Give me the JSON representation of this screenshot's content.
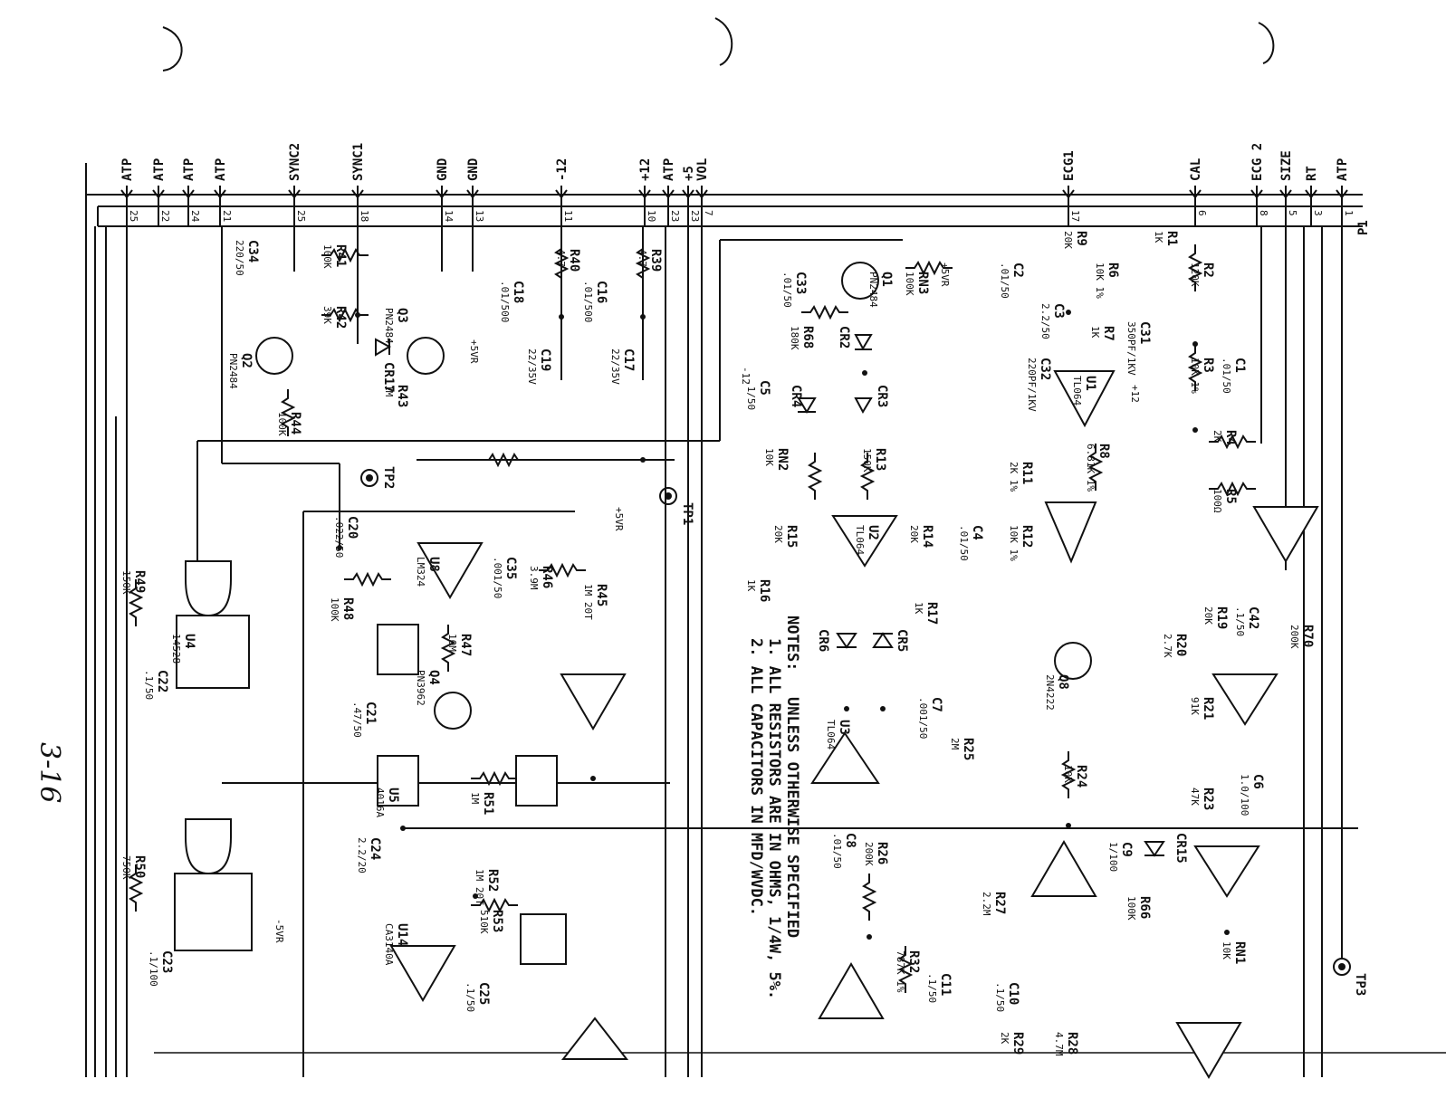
{
  "connector": {
    "name": "P1",
    "pins": [
      {
        "label": "ATP",
        "pin": "25"
      },
      {
        "label": "ATP",
        "pin": "22"
      },
      {
        "label": "ATP",
        "pin": "24"
      },
      {
        "label": "ATP",
        "pin": "21"
      },
      {
        "label": "SYNC2",
        "pin": "25"
      },
      {
        "label": "SYNC1",
        "pin": "18"
      },
      {
        "label": "GND",
        "pin": "14"
      },
      {
        "label": "GND",
        "pin": "13"
      },
      {
        "label": "-12",
        "pin": "11"
      },
      {
        "label": "+12",
        "pin": "10"
      },
      {
        "label": "ATP",
        "pin": "23"
      },
      {
        "label": "+5",
        "pin": "23"
      },
      {
        "label": "VOL",
        "pin": "7"
      },
      {
        "label": "ECG1",
        "pin": "17"
      },
      {
        "label": "CAL",
        "pin": "6"
      },
      {
        "label": "ECG 2",
        "pin": "8"
      },
      {
        "label": "SIZE",
        "pin": "5"
      },
      {
        "label": "RT",
        "pin": "3"
      },
      {
        "label": "ATP",
        "pin": "1"
      }
    ]
  },
  "components": [
    {
      "ref": "C34",
      "value": "220/50"
    },
    {
      "ref": "R41",
      "value": "100K"
    },
    {
      "ref": "R42",
      "value": "39K"
    },
    {
      "ref": "Q2",
      "value": "PN2484"
    },
    {
      "ref": "Q3",
      "value": "PN2484"
    },
    {
      "ref": "CR17",
      "value": ""
    },
    {
      "ref": "R43",
      "value": "1M"
    },
    {
      "ref": "R44",
      "value": "100K"
    },
    {
      "ref": "R40",
      "value": "4.7"
    },
    {
      "ref": "R39",
      "value": "4.7"
    },
    {
      "ref": "C18",
      "value": ".01/500"
    },
    {
      "ref": "C16",
      "value": ".01/500"
    },
    {
      "ref": "C19",
      "value": "22/35V"
    },
    {
      "ref": "C17",
      "value": "22/35V"
    },
    {
      "ref": "Q1",
      "value": "PN2484"
    },
    {
      "ref": "RN3",
      "value": "100K"
    },
    {
      "ref": "C33",
      "value": ".01/50"
    },
    {
      "ref": "R68",
      "value": "180K"
    },
    {
      "ref": "CR2",
      "value": ""
    },
    {
      "ref": "CR3",
      "value": ""
    },
    {
      "ref": "CR4",
      "value": ""
    },
    {
      "ref": "C5",
      "value": ".1/50"
    },
    {
      "ref": "RN2",
      "value": "10K"
    },
    {
      "ref": "R13",
      "value": "150K"
    },
    {
      "ref": "U2",
      "value": "TL064"
    },
    {
      "ref": "R15",
      "value": "20K"
    },
    {
      "ref": "R14",
      "value": "20K"
    },
    {
      "ref": "R16",
      "value": "1K"
    },
    {
      "ref": "R17",
      "value": "1K"
    },
    {
      "ref": "CR6",
      "value": ""
    },
    {
      "ref": "CR5",
      "value": ""
    },
    {
      "ref": "U3",
      "value": "TL064"
    },
    {
      "ref": "C7",
      "value": ".001/50"
    },
    {
      "ref": "R25",
      "value": "2M"
    },
    {
      "ref": "C8",
      "value": ".01/50"
    },
    {
      "ref": "R26",
      "value": "200K"
    },
    {
      "ref": "R32",
      "value": "787K 1%"
    },
    {
      "ref": "C11",
      "value": ".1/50"
    },
    {
      "ref": "R9",
      "value": "20K"
    },
    {
      "ref": "R6",
      "value": "10K 1%"
    },
    {
      "ref": "C2",
      "value": ".01/50"
    },
    {
      "ref": "C3",
      "value": "2.2/50"
    },
    {
      "ref": "R7",
      "value": "1K"
    },
    {
      "ref": "C31",
      "value": "350PF/1KV"
    },
    {
      "ref": "C32",
      "value": "220PF/1KV"
    },
    {
      "ref": "R1",
      "value": "1K"
    },
    {
      "ref": "R2",
      "value": "120K"
    },
    {
      "ref": "R3",
      "value": "10K 1%"
    },
    {
      "ref": "C1",
      "value": ".01/50"
    },
    {
      "ref": "U1",
      "value": "TL064"
    },
    {
      "ref": "R4",
      "value": "2K"
    },
    {
      "ref": "R8",
      "value": "6.81K 1%"
    },
    {
      "ref": "R11",
      "value": "2K 1%"
    },
    {
      "ref": "R12",
      "value": "10K 1%"
    },
    {
      "ref": "C4",
      "value": ".01/50"
    },
    {
      "ref": "R5",
      "value": "100Ω"
    },
    {
      "ref": "R70",
      "value": "200K"
    },
    {
      "ref": "R19",
      "value": "20K"
    },
    {
      "ref": "C42",
      "value": ".1/50"
    },
    {
      "ref": "R20",
      "value": "2.7K"
    },
    {
      "ref": "Q8",
      "value": "2N4222"
    },
    {
      "ref": "R21",
      "value": "91K"
    },
    {
      "ref": "R24",
      "value": "10K"
    },
    {
      "ref": "C6",
      "value": "1.0/100"
    },
    {
      "ref": "R23",
      "value": "47K"
    },
    {
      "ref": "CR15",
      "value": ""
    },
    {
      "ref": "C9",
      "value": "1/100"
    },
    {
      "ref": "R66",
      "value": "100K"
    },
    {
      "ref": "R27",
      "value": "2.2M"
    },
    {
      "ref": "C10",
      "value": ".1/50"
    },
    {
      "ref": "RN1",
      "value": "10K"
    },
    {
      "ref": "R28",
      "value": "4.7M"
    },
    {
      "ref": "R29",
      "value": "2K"
    },
    {
      "ref": "U4",
      "value": "14528"
    },
    {
      "ref": "R49",
      "value": "150K"
    },
    {
      "ref": "C22",
      "value": ".1/50"
    },
    {
      "ref": "R50",
      "value": "750K"
    },
    {
      "ref": "C23",
      "value": ".1/100"
    },
    {
      "ref": "C20",
      "value": ".022/50"
    },
    {
      "ref": "U8",
      "value": "LM324"
    },
    {
      "ref": "C35",
      "value": ".001/50"
    },
    {
      "ref": "R46",
      "value": "3.9M"
    },
    {
      "ref": "R45",
      "value": "1M 20T"
    },
    {
      "ref": "R47",
      "value": "10M"
    },
    {
      "ref": "Q4",
      "value": "PN3962"
    },
    {
      "ref": "R48",
      "value": "100K"
    },
    {
      "ref": "U5",
      "value": "4016A"
    },
    {
      "ref": "C21",
      "value": ".47/50"
    },
    {
      "ref": "R51",
      "value": "1M"
    },
    {
      "ref": "C24",
      "value": "2.2/20"
    },
    {
      "ref": "U14",
      "value": "CA3140A"
    },
    {
      "ref": "R52",
      "value": "1M 20T"
    },
    {
      "ref": "R53",
      "value": "510K"
    },
    {
      "ref": "C25",
      "value": ".1/50"
    }
  ],
  "labels": {
    "tp1": "TP1",
    "tp2": "TP2",
    "tp3": "TP3",
    "plus5vr": "+5VR",
    "plus12": "+12",
    "minus12": "-12",
    "minus5vr": "-5VR",
    "page_ref": "3-16"
  },
  "notes": {
    "heading": "NOTES:",
    "line1": "UNLESS OTHERWISE SPECIFIED",
    "line2": "1. ALL RESISTORS ARE IN OHMS, 1/4W, 5%.",
    "line3": "2. ALL CAPACITORS IN MFD/WVDC."
  }
}
